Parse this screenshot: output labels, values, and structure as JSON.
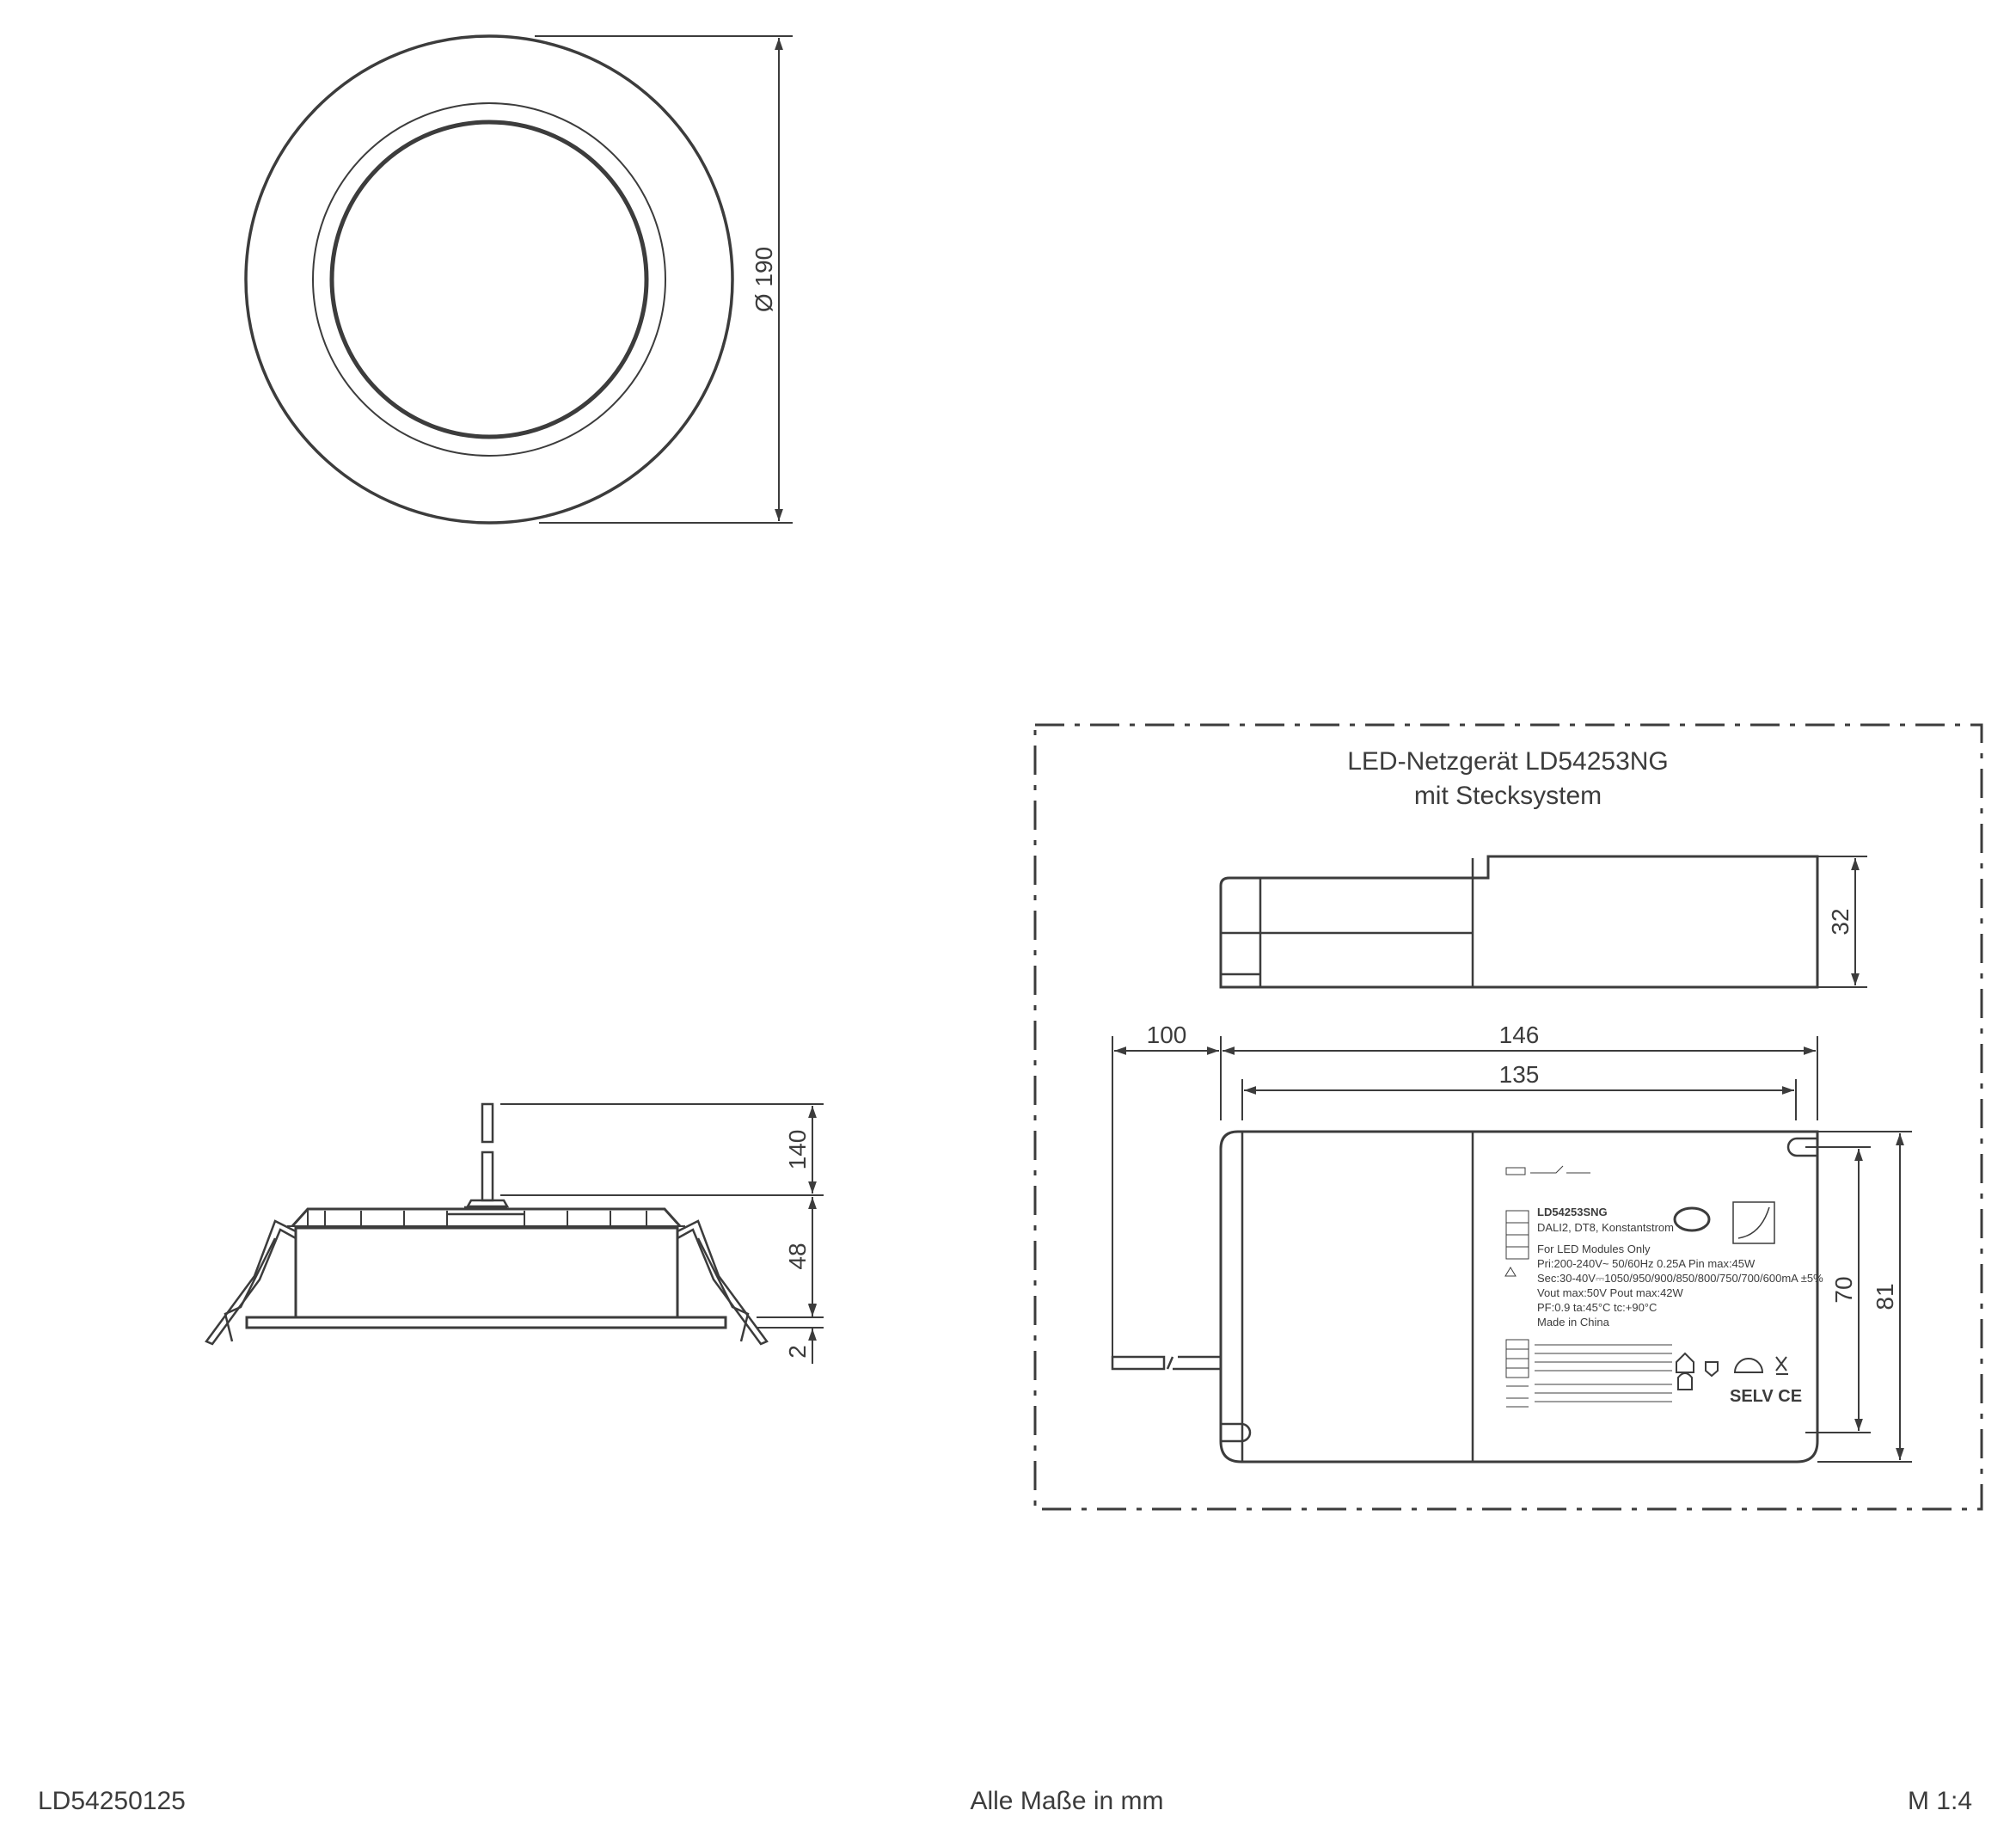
{
  "top_view": {
    "diameter_label": "Ø 190"
  },
  "side_view": {
    "cable_label": "140",
    "height_label": "48",
    "flange_label": "2"
  },
  "driver_box": {
    "title": "LED-Netzgerät LD54253NG",
    "subtitle": "mit Stecksystem",
    "height_label": "32",
    "cable_label": "100",
    "length_label": "146",
    "inner_length_label": "135",
    "inner_width_label": "70",
    "width_label": "81",
    "nameplate": {
      "model": "LD54253SNG",
      "line1": "DALI2, DT8, Konstantstrom",
      "line2": "For LED Modules Only",
      "line3": "Pri:200-240V~ 50/60Hz  0.25A  Pin max:45W",
      "line4": "Sec:30-40V⎓1050/950/900/850/800/750/700/600mA ±5%",
      "line5": "Vout max:50V  Pout max:42W",
      "line6": "PF:0.9  ta:45°C  tc:+90°C",
      "line7": "Made in China",
      "marks": "SELV CE"
    }
  },
  "footer": {
    "article_number": "LD54250125",
    "units_note": "Alle Maße in mm",
    "scale": "M 1:4"
  }
}
